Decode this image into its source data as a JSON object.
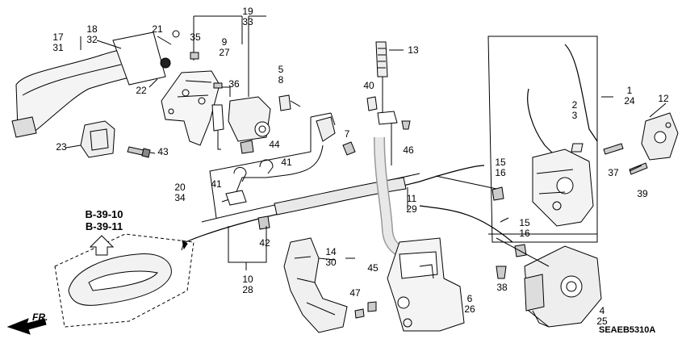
{
  "diagram_code": "SEAEB5310A",
  "direction_label": "FR.",
  "reference": {
    "line1": "B-39-10",
    "line2": "B-39-11"
  },
  "callouts": {
    "c17_31": [
      "17",
      "31"
    ],
    "c18_32": [
      "18",
      "32"
    ],
    "c21": [
      "21"
    ],
    "c22": [
      "22"
    ],
    "c23": [
      "23"
    ],
    "c43": [
      "43"
    ],
    "c35": [
      "35"
    ],
    "c9_27": [
      "9",
      "27"
    ],
    "c19_33": [
      "19",
      "33"
    ],
    "c5_8": [
      "5",
      "8"
    ],
    "c36": [
      "36"
    ],
    "c44": [
      "44"
    ],
    "c7": [
      "7"
    ],
    "c41a": [
      "41"
    ],
    "c41b": [
      "41"
    ],
    "c20_34": [
      "20",
      "34"
    ],
    "c42": [
      "42"
    ],
    "c10_28": [
      "10",
      "28"
    ],
    "c13": [
      "13"
    ],
    "c40": [
      "40"
    ],
    "c46": [
      "46"
    ],
    "c11_29": [
      "11",
      "29"
    ],
    "c14_30": [
      "14",
      "30"
    ],
    "c45": [
      "45"
    ],
    "c47": [
      "47"
    ],
    "c6_26": [
      "6",
      "26"
    ],
    "c15_16a": [
      "15",
      "16"
    ],
    "c15_16b": [
      "15",
      "16"
    ],
    "c1_24": [
      "1",
      "24"
    ],
    "c2_3": [
      "2",
      "3"
    ],
    "c12": [
      "12"
    ],
    "c37": [
      "37"
    ],
    "c39": [
      "39"
    ],
    "c38": [
      "38"
    ],
    "c4_25": [
      "4",
      "25"
    ]
  }
}
